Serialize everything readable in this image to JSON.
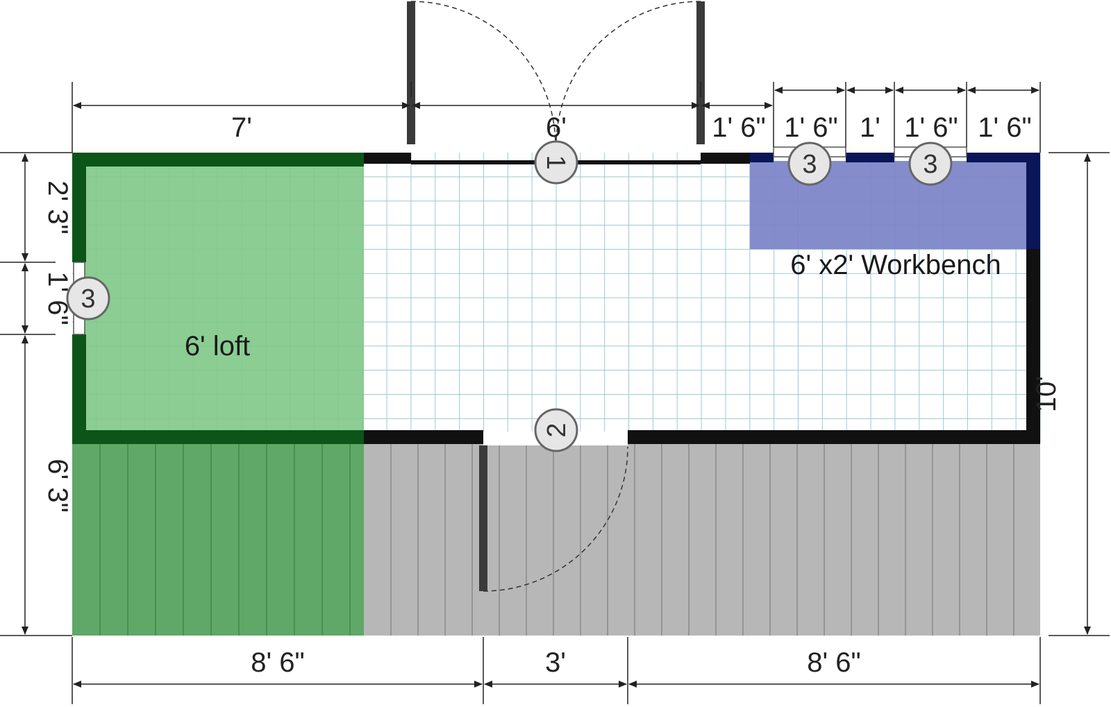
{
  "colors": {
    "loft_fill": "#81c98a",
    "loft_wall": "#0b5518",
    "porch_loft_fill": "#5fa867",
    "porch_fill": "#b7b7b7",
    "workbench_fill": "#7e86c9",
    "workbench_wall": "#0a1658",
    "wall": "#111111",
    "grid_line": "#9cc8d8",
    "dimension_line": "#222222",
    "marker_fill": "#e6e6e6",
    "marker_stroke": "#666666"
  },
  "labels": {
    "loft": "6'  loft",
    "workbench": "6' x2'  Workbench"
  },
  "markers": {
    "double_door": "1",
    "porch_door": "2",
    "window_top_left": "3",
    "window_top_right": "3",
    "window_left": "3"
  },
  "dimensions": {
    "top": [
      "7'",
      "6'",
      "1' 6\"",
      "1' 6\"",
      "1'",
      "1' 6\"",
      "1' 6\""
    ],
    "bottom": [
      "8' 6\"",
      "3'",
      "8' 6\""
    ],
    "left": [
      "2' 3\"",
      "1' 6\"",
      "6' 3\""
    ],
    "right": "10'"
  }
}
